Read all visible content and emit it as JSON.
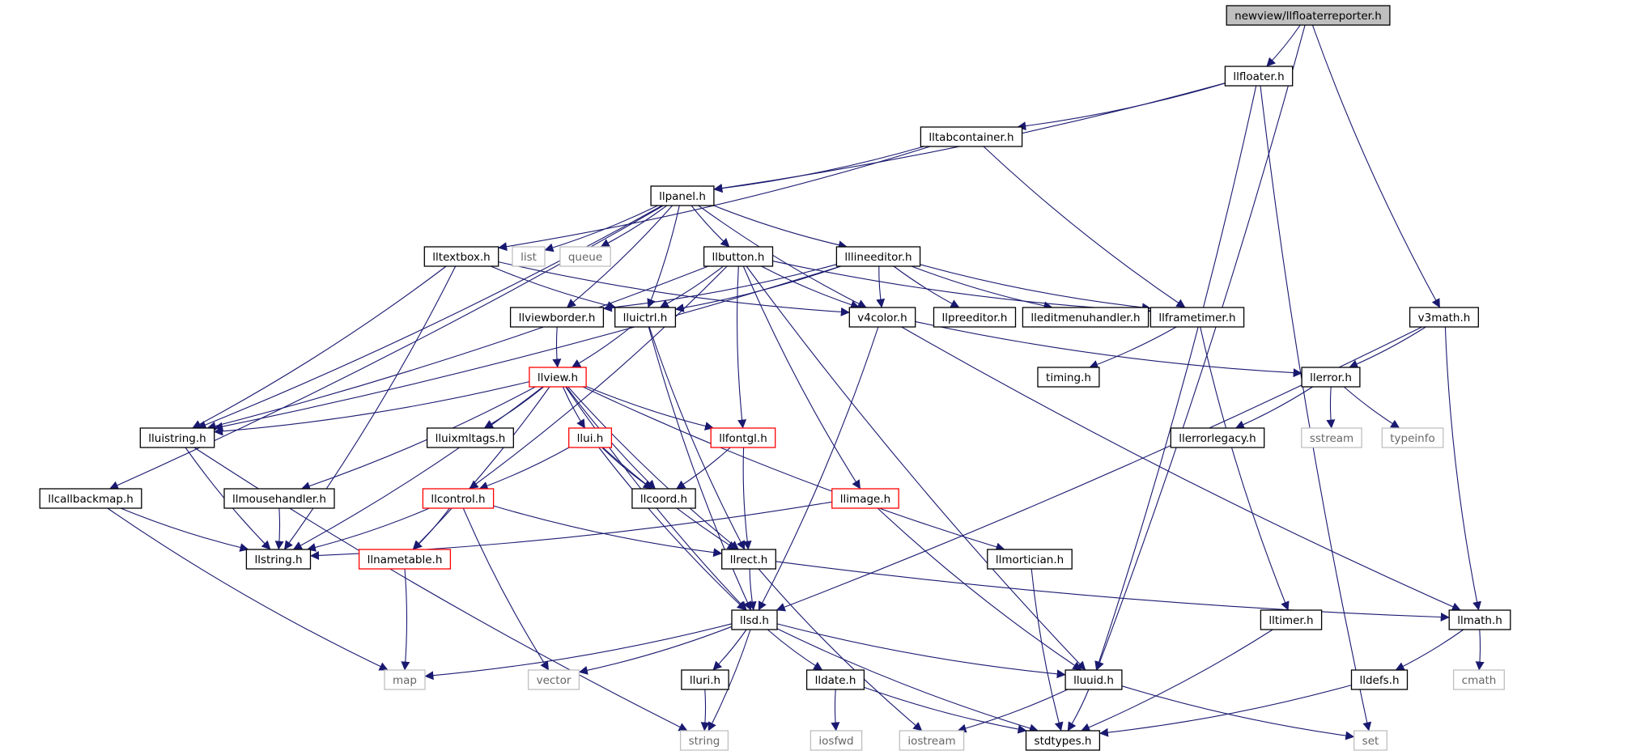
{
  "colors": {
    "edge": "#191970",
    "root_fill": "#bfbfbf",
    "root_border": "#000000",
    "normal_border": "#000000",
    "truncated_border": "#ff0000",
    "external_border": "#bfbfbf",
    "external_text": "#666666",
    "text": "#000000"
  },
  "graph": {
    "nodes": [
      {
        "id": "root",
        "label": "newview/llfloaterreporter.h",
        "kind": "root"
      },
      {
        "id": "llfloater",
        "label": "llfloater.h",
        "kind": "normal"
      },
      {
        "id": "lltabcontainer",
        "label": "lltabcontainer.h",
        "kind": "normal"
      },
      {
        "id": "llpanel",
        "label": "llpanel.h",
        "kind": "normal"
      },
      {
        "id": "list",
        "label": "list",
        "kind": "external"
      },
      {
        "id": "queue",
        "label": "queue",
        "kind": "external"
      },
      {
        "id": "lltextbox",
        "label": "lltextbox.h",
        "kind": "normal"
      },
      {
        "id": "llbutton",
        "label": "llbutton.h",
        "kind": "normal"
      },
      {
        "id": "lllineeditor",
        "label": "lllineeditor.h",
        "kind": "normal"
      },
      {
        "id": "llviewborder",
        "label": "llviewborder.h",
        "kind": "normal"
      },
      {
        "id": "lluictrl",
        "label": "lluictrl.h",
        "kind": "normal"
      },
      {
        "id": "v4color",
        "label": "v4color.h",
        "kind": "normal"
      },
      {
        "id": "llpreeditor",
        "label": "llpreeditor.h",
        "kind": "normal"
      },
      {
        "id": "lleditmenuhandler",
        "label": "lleditmenuhandler.h",
        "kind": "normal"
      },
      {
        "id": "llframetimer",
        "label": "llframetimer.h",
        "kind": "normal"
      },
      {
        "id": "v3math",
        "label": "v3math.h",
        "kind": "normal"
      },
      {
        "id": "timing",
        "label": "timing.h",
        "kind": "normal"
      },
      {
        "id": "llview",
        "label": "llview.h",
        "kind": "truncated"
      },
      {
        "id": "llerror",
        "label": "llerror.h",
        "kind": "normal"
      },
      {
        "id": "lluistring",
        "label": "lluistring.h",
        "kind": "normal"
      },
      {
        "id": "lluixmltags",
        "label": "lluixmltags.h",
        "kind": "normal"
      },
      {
        "id": "llui",
        "label": "llui.h",
        "kind": "truncated"
      },
      {
        "id": "llfontgl",
        "label": "llfontgl.h",
        "kind": "truncated"
      },
      {
        "id": "llerrorlegacy",
        "label": "llerrorlegacy.h",
        "kind": "normal"
      },
      {
        "id": "sstream",
        "label": "sstream",
        "kind": "external"
      },
      {
        "id": "typeinfo",
        "label": "typeinfo",
        "kind": "external"
      },
      {
        "id": "llcallbackmap",
        "label": "llcallbackmap.h",
        "kind": "normal"
      },
      {
        "id": "llmousehandler",
        "label": "llmousehandler.h",
        "kind": "normal"
      },
      {
        "id": "llcontrol",
        "label": "llcontrol.h",
        "kind": "truncated"
      },
      {
        "id": "llcoord",
        "label": "llcoord.h",
        "kind": "normal"
      },
      {
        "id": "llimage",
        "label": "llimage.h",
        "kind": "truncated"
      },
      {
        "id": "llstring",
        "label": "llstring.h",
        "kind": "normal"
      },
      {
        "id": "llnametable",
        "label": "llnametable.h",
        "kind": "truncated"
      },
      {
        "id": "llrect",
        "label": "llrect.h",
        "kind": "normal"
      },
      {
        "id": "llmortician",
        "label": "llmortician.h",
        "kind": "normal"
      },
      {
        "id": "llsd",
        "label": "llsd.h",
        "kind": "normal"
      },
      {
        "id": "lltimer",
        "label": "lltimer.h",
        "kind": "normal"
      },
      {
        "id": "llmath",
        "label": "llmath.h",
        "kind": "normal"
      },
      {
        "id": "map",
        "label": "map",
        "kind": "external"
      },
      {
        "id": "vector",
        "label": "vector",
        "kind": "external"
      },
      {
        "id": "lluri",
        "label": "lluri.h",
        "kind": "normal"
      },
      {
        "id": "lldate",
        "label": "lldate.h",
        "kind": "normal"
      },
      {
        "id": "lluuid",
        "label": "lluuid.h",
        "kind": "normal"
      },
      {
        "id": "lldefs",
        "label": "lldefs.h",
        "kind": "normal"
      },
      {
        "id": "cmath",
        "label": "cmath",
        "kind": "external"
      },
      {
        "id": "string",
        "label": "string",
        "kind": "external"
      },
      {
        "id": "iosfwd",
        "label": "iosfwd",
        "kind": "external"
      },
      {
        "id": "iostream",
        "label": "iostream",
        "kind": "external"
      },
      {
        "id": "stdtypes",
        "label": "stdtypes.h",
        "kind": "normal"
      },
      {
        "id": "set",
        "label": "set",
        "kind": "external"
      }
    ],
    "edges": [
      {
        "from": "root",
        "to": "llfloater"
      },
      {
        "from": "root",
        "to": "lluuid"
      },
      {
        "from": "root",
        "to": "v3math"
      },
      {
        "from": "llfloater",
        "to": "lltabcontainer"
      },
      {
        "from": "llfloater",
        "to": "llpanel"
      },
      {
        "from": "llfloater",
        "to": "lluuid"
      },
      {
        "from": "llfloater",
        "to": "set"
      },
      {
        "from": "lltabcontainer",
        "to": "llpanel"
      },
      {
        "from": "lltabcontainer",
        "to": "lltextbox"
      },
      {
        "from": "lltabcontainer",
        "to": "llframetimer"
      },
      {
        "from": "llpanel",
        "to": "list"
      },
      {
        "from": "llpanel",
        "to": "queue"
      },
      {
        "from": "llpanel",
        "to": "llbutton"
      },
      {
        "from": "llpanel",
        "to": "lllineeditor"
      },
      {
        "from": "llpanel",
        "to": "lluictrl"
      },
      {
        "from": "llpanel",
        "to": "llviewborder"
      },
      {
        "from": "llpanel",
        "to": "v4color"
      },
      {
        "from": "llpanel",
        "to": "lluistring"
      },
      {
        "from": "llpanel",
        "to": "llcallbackmap"
      },
      {
        "from": "lltextbox",
        "to": "lluictrl"
      },
      {
        "from": "lltextbox",
        "to": "v4color"
      },
      {
        "from": "lltextbox",
        "to": "lluistring"
      },
      {
        "from": "lltextbox",
        "to": "llstring"
      },
      {
        "from": "llbutton",
        "to": "lluictrl"
      },
      {
        "from": "llbutton",
        "to": "v4color"
      },
      {
        "from": "llbutton",
        "to": "llframetimer"
      },
      {
        "from": "llbutton",
        "to": "llfontgl"
      },
      {
        "from": "llbutton",
        "to": "llimage"
      },
      {
        "from": "llbutton",
        "to": "lluistring"
      },
      {
        "from": "llbutton",
        "to": "llcontrol"
      },
      {
        "from": "llbutton",
        "to": "lluuid"
      },
      {
        "from": "lllineeditor",
        "to": "llviewborder"
      },
      {
        "from": "lllineeditor",
        "to": "lluictrl"
      },
      {
        "from": "lllineeditor",
        "to": "v4color"
      },
      {
        "from": "lllineeditor",
        "to": "llpreeditor"
      },
      {
        "from": "lllineeditor",
        "to": "lleditmenuhandler"
      },
      {
        "from": "lllineeditor",
        "to": "llframetimer"
      },
      {
        "from": "lllineeditor",
        "to": "lluistring"
      },
      {
        "from": "llviewborder",
        "to": "llview"
      },
      {
        "from": "lluictrl",
        "to": "llview"
      },
      {
        "from": "lluictrl",
        "to": "llrect"
      },
      {
        "from": "lluictrl",
        "to": "llsd"
      },
      {
        "from": "v4color",
        "to": "llerror"
      },
      {
        "from": "v4color",
        "to": "llmath"
      },
      {
        "from": "v4color",
        "to": "llsd"
      },
      {
        "from": "llframetimer",
        "to": "timing"
      },
      {
        "from": "llframetimer",
        "to": "lltimer"
      },
      {
        "from": "v3math",
        "to": "llerror"
      },
      {
        "from": "v3math",
        "to": "llmath"
      },
      {
        "from": "v3math",
        "to": "llsd"
      },
      {
        "from": "llview",
        "to": "lluistring"
      },
      {
        "from": "llview",
        "to": "lluixmltags"
      },
      {
        "from": "llview",
        "to": "llui"
      },
      {
        "from": "llview",
        "to": "llfontgl"
      },
      {
        "from": "llview",
        "to": "llcoord"
      },
      {
        "from": "llview",
        "to": "llmousehandler"
      },
      {
        "from": "llview",
        "to": "llstring"
      },
      {
        "from": "llview",
        "to": "llnametable"
      },
      {
        "from": "llview",
        "to": "llrect"
      },
      {
        "from": "llview",
        "to": "llsd"
      },
      {
        "from": "llview",
        "to": "llmortician"
      },
      {
        "from": "llerror",
        "to": "llerrorlegacy"
      },
      {
        "from": "llerror",
        "to": "sstream"
      },
      {
        "from": "llerror",
        "to": "typeinfo"
      },
      {
        "from": "lluistring",
        "to": "llstring"
      },
      {
        "from": "lluistring",
        "to": "string"
      },
      {
        "from": "llui",
        "to": "llcontrol"
      },
      {
        "from": "llui",
        "to": "llcoord"
      },
      {
        "from": "llui",
        "to": "llrect"
      },
      {
        "from": "llui",
        "to": "llsd"
      },
      {
        "from": "llfontgl",
        "to": "llcoord"
      },
      {
        "from": "llfontgl",
        "to": "llrect"
      },
      {
        "from": "llcallbackmap",
        "to": "llstring"
      },
      {
        "from": "llcallbackmap",
        "to": "map"
      },
      {
        "from": "llmousehandler",
        "to": "llstring"
      },
      {
        "from": "llcontrol",
        "to": "llstring"
      },
      {
        "from": "llcontrol",
        "to": "llnametable"
      },
      {
        "from": "llcontrol",
        "to": "llrect"
      },
      {
        "from": "llcontrol",
        "to": "vector"
      },
      {
        "from": "llimage",
        "to": "llstring"
      },
      {
        "from": "llimage",
        "to": "lluuid"
      },
      {
        "from": "llnametable",
        "to": "map"
      },
      {
        "from": "llrect",
        "to": "llsd"
      },
      {
        "from": "llrect",
        "to": "llmath"
      },
      {
        "from": "llrect",
        "to": "iostream"
      },
      {
        "from": "llmortician",
        "to": "stdtypes"
      },
      {
        "from": "llsd",
        "to": "map"
      },
      {
        "from": "llsd",
        "to": "vector"
      },
      {
        "from": "llsd",
        "to": "string"
      },
      {
        "from": "llsd",
        "to": "lluri"
      },
      {
        "from": "llsd",
        "to": "lldate"
      },
      {
        "from": "llsd",
        "to": "lluuid"
      },
      {
        "from": "llsd",
        "to": "stdtypes"
      },
      {
        "from": "lltimer",
        "to": "stdtypes"
      },
      {
        "from": "llmath",
        "to": "lldefs"
      },
      {
        "from": "llmath",
        "to": "cmath"
      },
      {
        "from": "lluri",
        "to": "string"
      },
      {
        "from": "lldate",
        "to": "iosfwd"
      },
      {
        "from": "lldate",
        "to": "stdtypes"
      },
      {
        "from": "lluuid",
        "to": "iostream"
      },
      {
        "from": "lluuid",
        "to": "stdtypes"
      },
      {
        "from": "lluuid",
        "to": "set"
      },
      {
        "from": "lldefs",
        "to": "stdtypes"
      }
    ]
  }
}
